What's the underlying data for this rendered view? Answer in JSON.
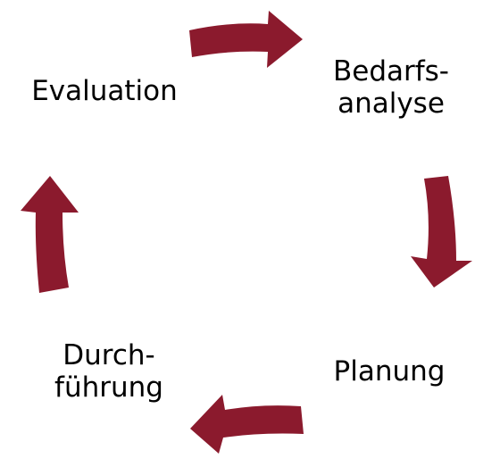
{
  "diagram": {
    "arrow_color": "#8b1a2d",
    "stages": {
      "bedarfsanalyse": {
        "line1": "Bedarfs-",
        "line2": "analyse"
      },
      "planung": {
        "line1": "Planung"
      },
      "durchfuehrung": {
        "line1": "Durch-",
        "line2": "führung"
      },
      "evaluation": {
        "line1": "Evaluation"
      }
    },
    "flow": [
      "Bedarfsanalyse",
      "Planung",
      "Durchführung",
      "Evaluation"
    ]
  }
}
